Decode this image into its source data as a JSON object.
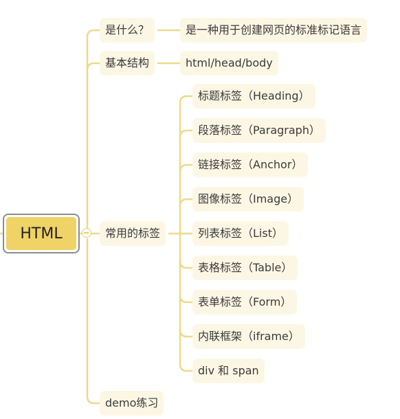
{
  "root": {
    "label": "HTML"
  },
  "branches": {
    "what": {
      "label": "是什么？",
      "child": "是一种用于创建网页的标准标记语言"
    },
    "structure": {
      "label": "基本结构",
      "child": "html/head/body"
    },
    "tags": {
      "label": "常用的标签",
      "children": [
        "标题标签（Heading）",
        "段落标签（Paragraph）",
        "链接标签（Anchor）",
        "图像标签（Image）",
        "列表标签（List）",
        "表格标签（Table）",
        "表单标签（Form）",
        "内联框架（iframe）",
        "div 和 span"
      ]
    },
    "demo": {
      "label": "demo练习"
    }
  },
  "colors": {
    "line": "#ecd98a",
    "node_bg": "#fcf7e4",
    "root_fill": "#f0d366",
    "root_border": "#8c8c8c"
  }
}
